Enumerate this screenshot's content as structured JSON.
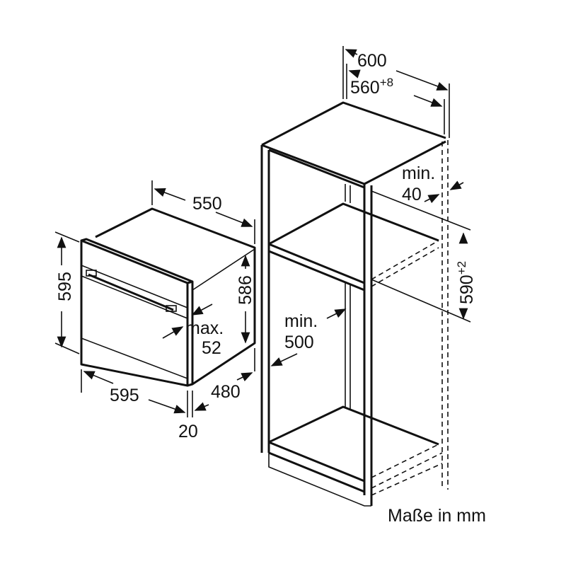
{
  "oven": {
    "depth": "550",
    "height": "595",
    "inner_height": "586",
    "max_label": "max.",
    "max_value": "52",
    "width": "595",
    "niche_depth": "480",
    "front_thickness": "20"
  },
  "cabinet": {
    "outer_width": "600",
    "niche_width": "560",
    "niche_width_tol": "+8",
    "vent_label": "min.",
    "vent_value": "40",
    "niche_height": "590",
    "niche_height_tol": "+2",
    "depth_label": "min.",
    "depth_value": "500"
  },
  "units_note": "Maße in mm"
}
